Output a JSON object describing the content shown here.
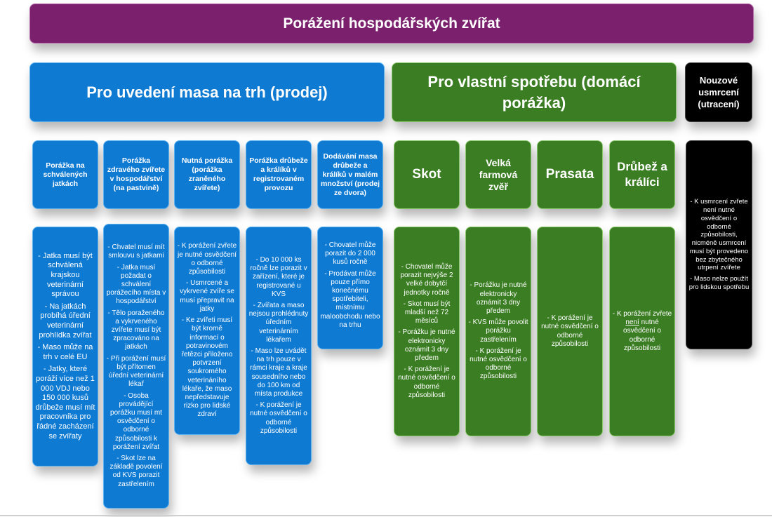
{
  "title": "Porážení hospodářských zvířat",
  "colors": {
    "title_bg": "#7a206d",
    "market_bg": "#0f7ad2",
    "home_bg": "#3b7d23",
    "emergency_bg": "#000000",
    "text": "#ffffff"
  },
  "categories": {
    "market": {
      "label": "Pro uvedení masa na trh (prodej)",
      "columns": [
        {
          "heading": "Porážka na schválených jatkách",
          "items": [
            "- Jatka musí být schválená krajskou veterinární správou",
            "- Na jatkách probíhá úřední veterinární prohlídka zvířat",
            "- Maso může na trh v celé EU",
            "- Jatky, které poráží více než 1 000 VDJ nebo 150 000 kusů drůbeže musí mít pracovníka pro řádné zacházení se zvířaty"
          ]
        },
        {
          "heading": "Porážka zdravého zvířete v hospodářství (na pastvině)",
          "items": [
            "- Chvatel musí mít smlouvu s jatkami",
            "- Jatka musí požadat o schválení porážecího místa v hospodářství",
            "- Tělo poraženého a vykrveného zvířete musí být zpracováno na jatkách",
            "- Při porážení musí být přítomen úřední veterinární lékař",
            "- Osoba provádějící porážku musí mt osvědčení o odborné způsobilosti k porážení zvířat",
            "- Skot lze na základě povolení od KVS porazit zastřelením"
          ]
        },
        {
          "heading": "Nutná porážka (porážka zraněného zvířete)",
          "items": [
            "- K porážení zvřete je nutné osvědčení o odborné způsobilosti",
            "- Usmrcené a vykrvené zvíře se musí přepravit na jatky",
            "- Ke zvířeti musí být kromě informací o potravinovém řetězci přiloženo potvrzení soukromého veterináního lékaře, že maso nepředstavuje rizko pro lidské zdraví"
          ]
        },
        {
          "heading": "Porážka drůbeže a králíků v registrovaném provozu",
          "items": [
            "- Do 10 000 ks ročně lze porazit v zařízení, které je registrované u KVS",
            "- Zvířata a maso nejsou prohlédnuty úředním veterinárním lékařem",
            "- Maso lze uvádět na trh pouze v rámci kraje a kraje sousedního nebo do 100 km od místa produkce",
            "- K porážení je nutné osvědčení o odborné způsobilosti"
          ]
        },
        {
          "heading": "Dodávání masa drůbeže a králíků v malém množství (prodej ze dvora)",
          "items": [
            "- Chovatel může porazit do 2 000 kusů ročně",
            "- Prodávat může pouze přímo konečnému spotřebiteli, místnímu maloobchodu nebo na trhu"
          ]
        }
      ]
    },
    "home": {
      "label": "Pro vlastní spotřebu (domácí porážka)",
      "columns": [
        {
          "heading": "Skot",
          "items": [
            "- Chovatel může porazit nejvýše 2 velké dobytčí jednotky ročně",
            "- Skot musí být mladší než 72 měsíců",
            "- Porážku je nutné elektronicky oznámit 3 dny předem",
            "- K porážení je nutné osvědčení o odborné způsobilosti"
          ]
        },
        {
          "heading": "Velká farmová zvěř",
          "items": [
            "- Porážku je nutné elektronicky oznámit 3 dny předem",
            "- KVS může povolit porážku zastřelením",
            "- K porážení je nutné osvědčení o odborné způsobilosti"
          ]
        },
        {
          "heading": "Prasata",
          "items": [
            "- K porážení je nutné osvědčení o odborné způsobilosti"
          ]
        },
        {
          "heading": "Drůbež a králíci",
          "item_prefix": "- K  porážení zvřete ",
          "item_emphasis": "není",
          "item_suffix": " nutné osvědčení o odborné způsobilosti"
        }
      ]
    },
    "emergency": {
      "label": "Nouzové usmrcení (utracení)",
      "items": [
        "- K usmrcení zvřete není nutné osvědčení o odborné způsobilosti, nicméně usmrcení musí být provedeno bez zbytečného utrpení zvířete",
        "- Maso nelze použít pro lidskou spotřebu"
      ]
    }
  }
}
